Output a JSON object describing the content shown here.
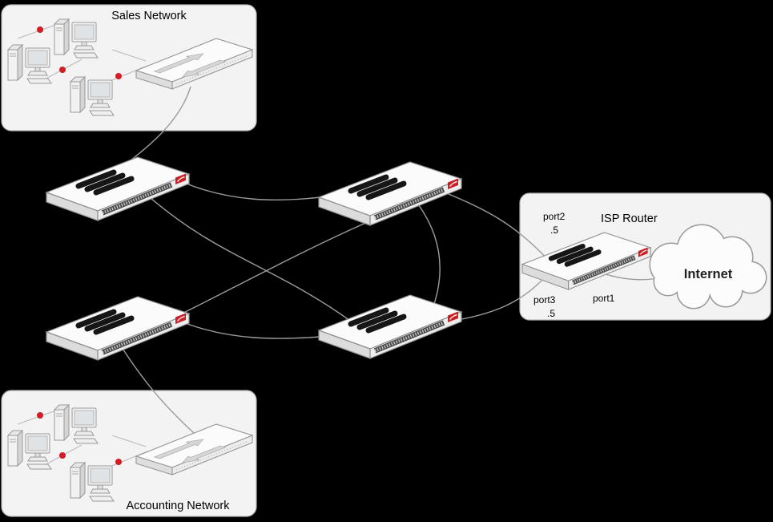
{
  "labels": {
    "sales": "Sales Network",
    "accounting": "Accounting Network",
    "isp_router": "ISP Router",
    "internet": "Internet",
    "port1": "port1",
    "port2": "port2",
    "port2_addr": ".5",
    "port3": "port3",
    "port3_addr": ".5"
  },
  "colors": {
    "background": "#000000",
    "panel_fill": "#f3f3f3",
    "panel_border": "#b3b3b3",
    "connector_gray": "#9c9c9c",
    "device_accent_red": "#cc2027",
    "status_dot_red": "#d21d24",
    "cloud_outline": "#9a9a9a"
  },
  "connections": [
    {
      "from": "sales-lan-switch",
      "to": "firewall-left-top"
    },
    {
      "from": "accounting-lan-switch",
      "to": "firewall-left-bottom"
    },
    {
      "from": "firewall-left-top",
      "to": "firewall-mid-top"
    },
    {
      "from": "firewall-left-top",
      "to": "firewall-mid-bottom"
    },
    {
      "from": "firewall-left-bottom",
      "to": "firewall-mid-top"
    },
    {
      "from": "firewall-left-bottom",
      "to": "firewall-mid-bottom"
    },
    {
      "from": "firewall-mid-top",
      "to": "firewall-mid-bottom"
    },
    {
      "from": "firewall-mid-top",
      "to": "isp-router",
      "port": "port2",
      "addr": ".5"
    },
    {
      "from": "firewall-mid-bottom",
      "to": "isp-router",
      "port": "port3",
      "addr": ".5"
    },
    {
      "from": "isp-router",
      "to": "internet",
      "port": "port1"
    }
  ]
}
